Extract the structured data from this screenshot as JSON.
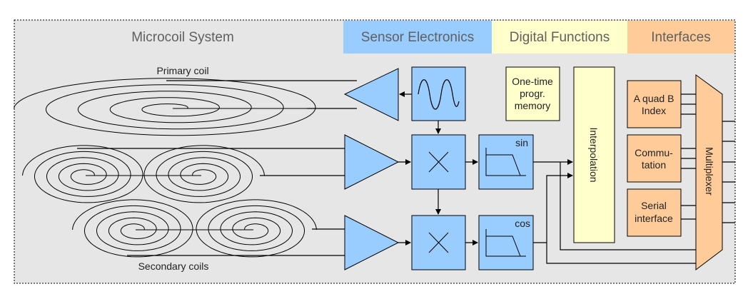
{
  "colors": {
    "background": "#e6e6e6",
    "sensor_electronics": "#99ccff",
    "digital_functions": "#ffffcc",
    "interfaces": "#ffcc99"
  },
  "sections": {
    "microcoil_system": "Microcoil System",
    "sensor_electronics": "Sensor Electronics",
    "digital_functions": "Digital Functions",
    "interfaces": "Interfaces"
  },
  "labels": {
    "primary_coil": "Primary coil",
    "secondary_coils": "Secondary coils"
  },
  "blocks": {
    "oscillator_icon": "sine-wave-icon",
    "mixer_icon": "multiply-icon",
    "filter_icon": "lowpass-filter-icon",
    "filter_sin": "sin",
    "filter_cos": "cos",
    "memory": [
      "One-time",
      "progr.",
      "memory"
    ],
    "interpolation": "Interpolation",
    "aquadb": [
      "A quad B",
      "Index"
    ],
    "commutation": [
      "Commu-",
      "tation"
    ],
    "serial": [
      "Serial",
      "interface"
    ],
    "multiplexer": "Multiplexer"
  }
}
